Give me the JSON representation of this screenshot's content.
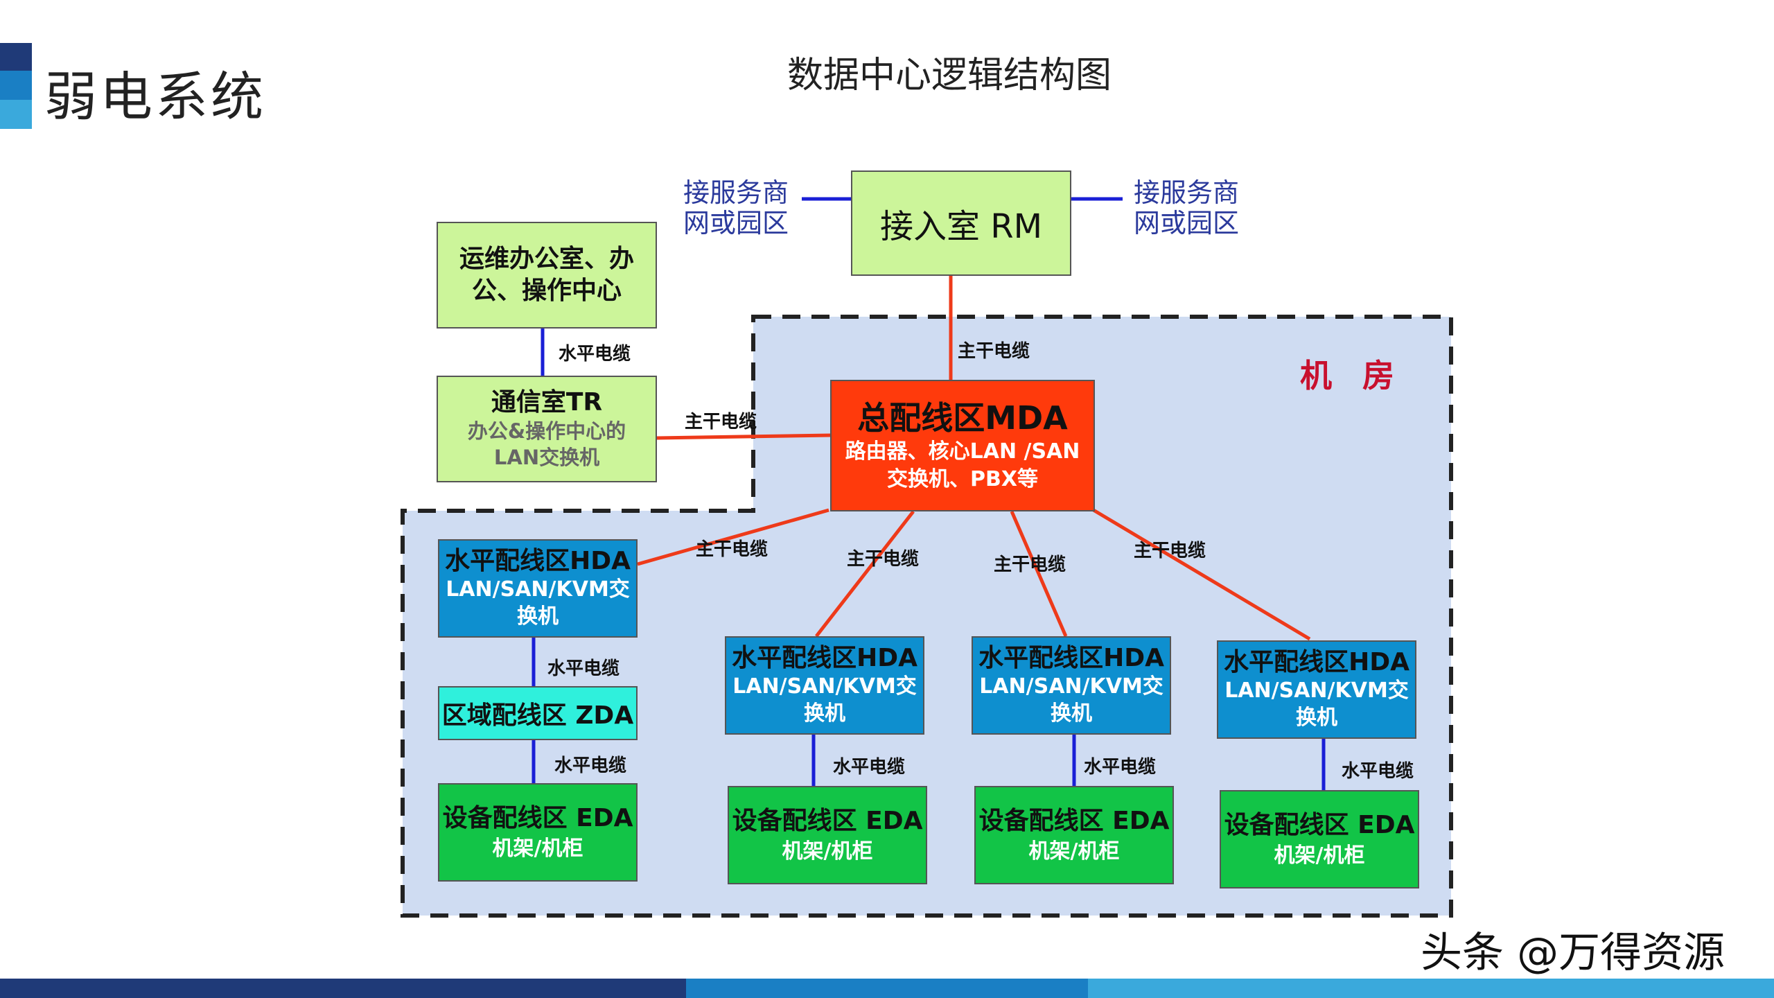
{
  "header": {
    "title": "弱电系统"
  },
  "diagram": {
    "title": "数据中心逻辑结构图",
    "room_label": "机 房",
    "rm": {
      "label": "接入室 RM"
    },
    "provider_left": {
      "line1": "接服务商",
      "line2": "网或园区"
    },
    "provider_right": {
      "line1": "接服务商",
      "line2": "网或园区"
    },
    "ops": {
      "line1": "运维办公室、办",
      "line2": "公、操作中心"
    },
    "tr": {
      "line1": "通信室TR",
      "line2": "办公&操作中心的",
      "line3": "LAN交换机"
    },
    "mda": {
      "line1": "总配线区MDA",
      "line2": "路由器、核心LAN /SAN",
      "line3": "交换机、PBX等"
    },
    "hda": [
      {
        "line1": "水平配线区HDA",
        "line2": "LAN/SAN/KVM交",
        "line3": "换机"
      },
      {
        "line1": "水平配线区HDA",
        "line2": "LAN/SAN/KVM交",
        "line3": "换机"
      },
      {
        "line1": "水平配线区HDA",
        "line2": "LAN/SAN/KVM交",
        "line3": "换机"
      },
      {
        "line1": "水平配线区HDA",
        "line2": "LAN/SAN/KVM交",
        "line3": "换机"
      }
    ],
    "zda": {
      "label": "区域配线区 ZDA"
    },
    "eda": [
      {
        "line1": "设备配线区 EDA",
        "line2": "机架/机柜"
      },
      {
        "line1": "设备配线区 EDA",
        "line2": "机架/机柜"
      },
      {
        "line1": "设备配线区 EDA",
        "line2": "机架/机柜"
      },
      {
        "line1": "设备配线区 EDA",
        "line2": "机架/机柜"
      }
    ],
    "backbone_cable": "主干电缆",
    "horizontal_cable": "水平电缆"
  },
  "watermark": "头条 @万得资源",
  "colors": {
    "red_line": "#ee3a1a",
    "blue_line": "#1a1fd6",
    "room_fill": "#cfdcf2",
    "accent_dark": "#1f3a78",
    "accent_mid": "#1a7fc4",
    "accent_light": "#3aa9dc"
  }
}
